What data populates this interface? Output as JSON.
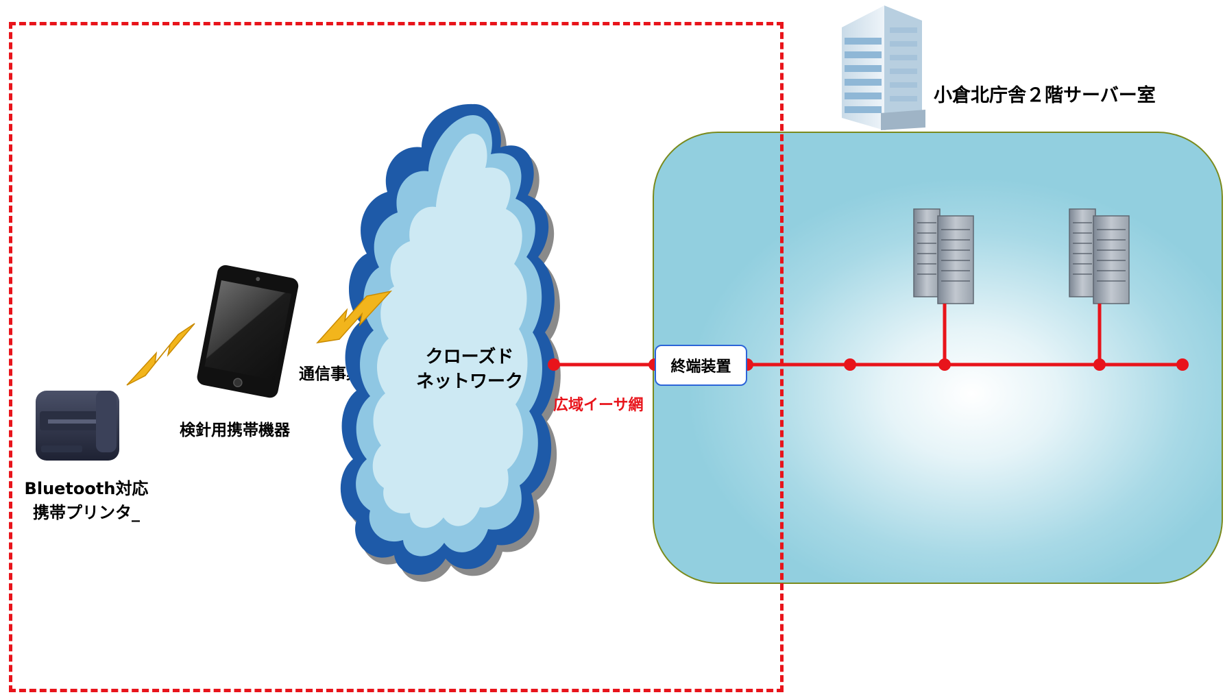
{
  "diagram": {
    "building_label": "小倉北庁舎２階サーバー室",
    "printer_label_line1": "Bluetooth対応",
    "printer_label_line2": "携帯プリンタ_",
    "handheld_label": "検針用携帯機器",
    "carrier_label": "通信事業者",
    "cloud_label_line1": "クローズド",
    "cloud_label_line2": "ネットワーク",
    "wan_label": "広域イーサ網",
    "terminal_label": "終端装置"
  },
  "colors": {
    "frame": "#e8141b",
    "network_line": "#e8141b",
    "room_fill": "#92cfdf",
    "room_border": "#7a8a1c",
    "cloud_outer": "#1e5aa8",
    "cloud_inner": "#cde9f3",
    "terminal_border": "#2b64d8",
    "lightning": "#f2b51c"
  },
  "icons": [
    "building-icon",
    "server-icon",
    "tablet-icon",
    "printer-icon",
    "lightning-icon",
    "cloud-icon"
  ]
}
